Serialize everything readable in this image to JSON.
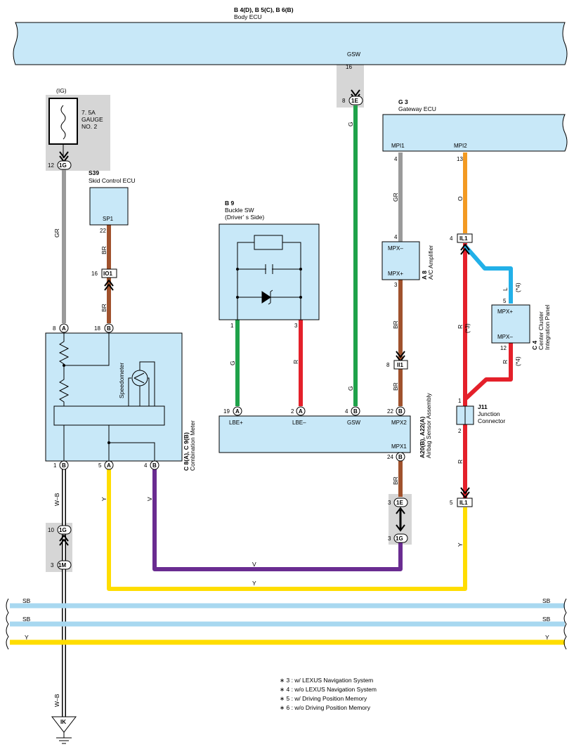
{
  "colors": {
    "box_fill": "#c8e8f8",
    "shade": "#d6d6d6",
    "wire_GR": "#9a9a9a",
    "wire_G": "#1fa24a",
    "wire_R": "#e4202a",
    "wire_BR": "#a0522d",
    "wire_O": "#f39a22",
    "wire_L": "#22b0e8",
    "wire_V": "#6a2c91",
    "wire_Y": "#ffdd00",
    "wire_SB": "#a8d8f0"
  },
  "body_ecu": {
    "code": "B 4(D), B 5(C), B 6(B)",
    "name": "Body ECU",
    "pin": "GSW"
  },
  "fuse": {
    "source": "(IG)",
    "rating": "7. 5A",
    "name1": "GAUGE",
    "name2": "NO. 2"
  },
  "skid_ecu": {
    "code": "S39",
    "name": "Skid Control ECU",
    "pin": "SP1"
  },
  "buckle_sw": {
    "code": "B 9",
    "name": "Buckle SW",
    "side": "(Driver’ s Side)"
  },
  "gateway": {
    "code": "G 3",
    "name": "Gateway ECU",
    "pin1": "MPI1",
    "pin2": "MPI2"
  },
  "ac_amp": {
    "code": "A 8",
    "name": "A/C Amplifier",
    "pin1": "MPX–",
    "pin2": "MPX+"
  },
  "center_cluster": {
    "code": "C 4",
    "name1": "Center Cluster",
    "name2": "Integration Panel",
    "pin1": "MPX+",
    "pin2": "MPX–"
  },
  "junction": {
    "code": "J11",
    "name1": "Junction",
    "name2": "Connector"
  },
  "comb_meter": {
    "code": "C 8(A), C 9(B)",
    "name": "Combination Meter",
    "speedo": "Speedometer"
  },
  "airbag": {
    "code": "A20(B), A22(A)",
    "name": "Airbag Sensor Assembly",
    "p1": "LBE+",
    "p2": "LBE–",
    "p3": "GSW",
    "p4": "MPX2",
    "p5": "MPX1"
  },
  "connectors": {
    "c1E": "1E",
    "c1G": "1G",
    "cIO1": "IO1",
    "cII1": "II1",
    "cIL1": "IL1",
    "c1M": "1M",
    "cIK": "IK",
    "A": "A",
    "B": "B"
  },
  "pins": {
    "p16": "16",
    "p8": "8",
    "p12": "12",
    "p22": "22",
    "p18": "18",
    "p1": "1",
    "p3": "3",
    "p4": "4",
    "p13": "13",
    "p5": "5",
    "p2": "2",
    "p19": "19",
    "p24": "24",
    "p10": "10"
  },
  "wires": {
    "GR": "GR",
    "G": "G",
    "R": "R",
    "BR": "BR",
    "O": "O",
    "L": "L",
    "V": "V",
    "Y": "Y",
    "WB": "W–B",
    "SB": "SB"
  },
  "notes": {
    "n3": "(*3)",
    "n4": "(*4)"
  },
  "legend": [
    "∗ 3 : w/ LEXUS Navigation System",
    "∗ 4 : w/o LEXUS Navigation System",
    "∗ 5 : w/ Driving Position Memory",
    "∗ 6 : w/o Driving Position Memory"
  ]
}
